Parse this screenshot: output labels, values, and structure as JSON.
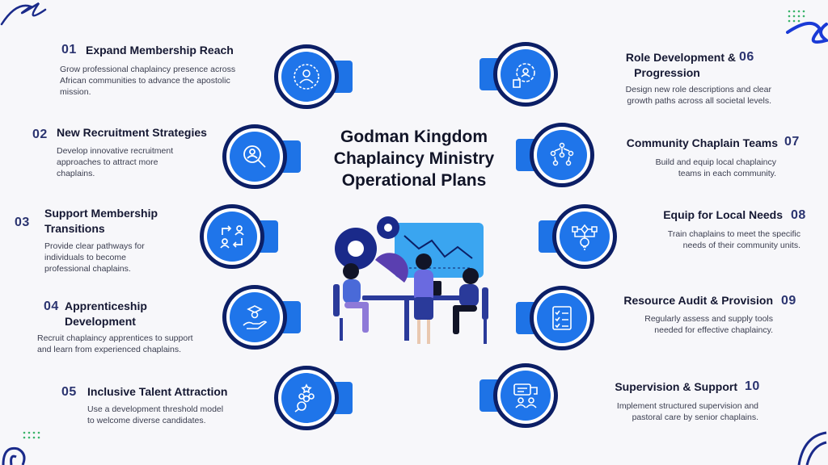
{
  "title": {
    "line1": "Godman Kingdom",
    "line2": "Chaplaincy Ministry",
    "line3": "Operational Plans"
  },
  "colors": {
    "navy": "#0c1f66",
    "blue": "#1f75ea",
    "background": "#f7f7fa"
  },
  "items": [
    {
      "num": "01",
      "title": "Expand Membership Reach",
      "title2": "",
      "desc1": "Grow professional chaplaincy presence across",
      "desc2": "African communities to advance the apostolic",
      "desc3": "mission.",
      "icon": "person-badge-icon"
    },
    {
      "num": "02",
      "title": "New Recruitment Strategies",
      "title2": "",
      "desc1": "Develop innovative recruitment",
      "desc2": "approaches to attract more",
      "desc3": "chaplains.",
      "icon": "magnifier-person-icon"
    },
    {
      "num": "03",
      "title": "Support Membership",
      "title2": "Transitions",
      "desc1": "Provide clear pathways for",
      "desc2": "individuals to become",
      "desc3": "professional chaplains.",
      "icon": "transition-arrows-icon"
    },
    {
      "num": "04",
      "title": "Apprenticeship",
      "title2": "Development",
      "desc1": "Recruit chaplaincy apprentices to support",
      "desc2": "and learn from experienced chaplains.",
      "desc3": "",
      "icon": "graduate-hand-icon"
    },
    {
      "num": "05",
      "title": "Inclusive Talent Attraction",
      "title2": "",
      "desc1": "Use a development threshold model",
      "desc2": "to welcome diverse candidates.",
      "desc3": "",
      "icon": "group-search-icon"
    },
    {
      "num": "06",
      "title": "Role Development &",
      "title2": "Progression",
      "desc1": "Design new role descriptions and clear",
      "desc2": "growth paths across all societal levels.",
      "desc3": "",
      "icon": "gear-person-icon"
    },
    {
      "num": "07",
      "title": "Community Chaplain Teams",
      "title2": "",
      "desc1": "Build and equip local chaplaincy",
      "desc2": "teams in each community.",
      "desc3": "",
      "icon": "team-network-icon"
    },
    {
      "num": "08",
      "title": "Equip for Local Needs",
      "title2": "",
      "desc1": "Train chaplains to meet the specific",
      "desc2": "needs of their community units.",
      "desc3": "",
      "icon": "flow-bulb-icon"
    },
    {
      "num": "09",
      "title": "Resource Audit & Provision",
      "title2": "",
      "desc1": "Regularly assess and supply tools",
      "desc2": "needed for effective chaplaincy.",
      "desc3": "",
      "icon": "checklist-icon"
    },
    {
      "num": "10",
      "title": "Supervision & Support",
      "title2": "",
      "desc1": "Implement structured supervision and",
      "desc2": "pastoral care by senior chaplains.",
      "desc3": "",
      "icon": "mentor-chat-icon"
    }
  ]
}
